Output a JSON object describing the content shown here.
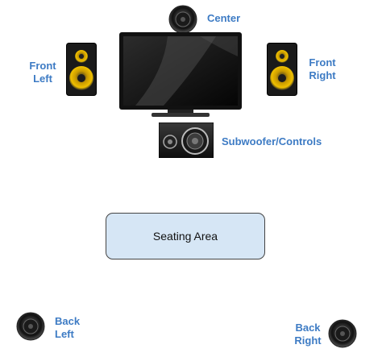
{
  "labels": {
    "center": "Center",
    "front_left": [
      "Front",
      "Left"
    ],
    "front_right": [
      "Front",
      "Right"
    ],
    "subwoofer": "Subwoofer/Controls",
    "back_left": [
      "Back",
      "Left"
    ],
    "back_right": [
      "Back",
      "Right"
    ]
  },
  "seating": {
    "label": "Seating Area"
  },
  "colors": {
    "label": "#3d7bc4",
    "seating_fill": "#d6e6f5",
    "speaker_body": "#1a1a1a",
    "woofer_cone": "#e6b800"
  },
  "icons": {
    "tv": "flat-screen-tv-icon",
    "speaker": "bookshelf-speaker-icon",
    "ceiling_speaker": "round-speaker-icon",
    "subwoofer": "subwoofer-icon"
  }
}
